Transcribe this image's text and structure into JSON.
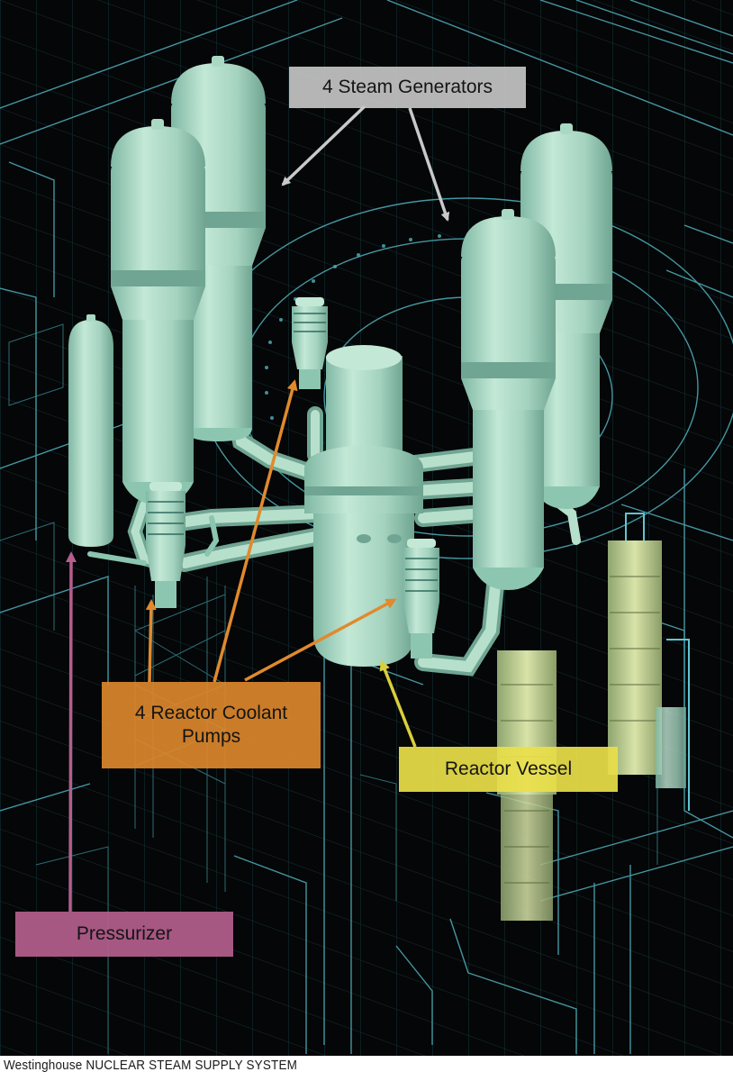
{
  "labels": {
    "steam_generators": "4 Steam Generators",
    "coolant_pumps_line1": "4 Reactor Coolant",
    "coolant_pumps_line2": "Pumps",
    "reactor_vessel": "Reactor Vessel",
    "pressurizer": "Pressurizer"
  },
  "caption": {
    "brand": "Westinghouse",
    "title": "NUCLEAR STEAM SUPPLY SYSTEM"
  },
  "colors": {
    "background": "#050607",
    "linework": "#5fc6d4",
    "equipment_fill": "#a9d9c4",
    "equipment_shade": "#79b49f",
    "steam_generators_label": "#c9c9c9",
    "coolant_pumps_label": "#e08a2e",
    "reactor_vessel_label": "#e9e04a",
    "pressurizer_label": "#b45e8d"
  }
}
